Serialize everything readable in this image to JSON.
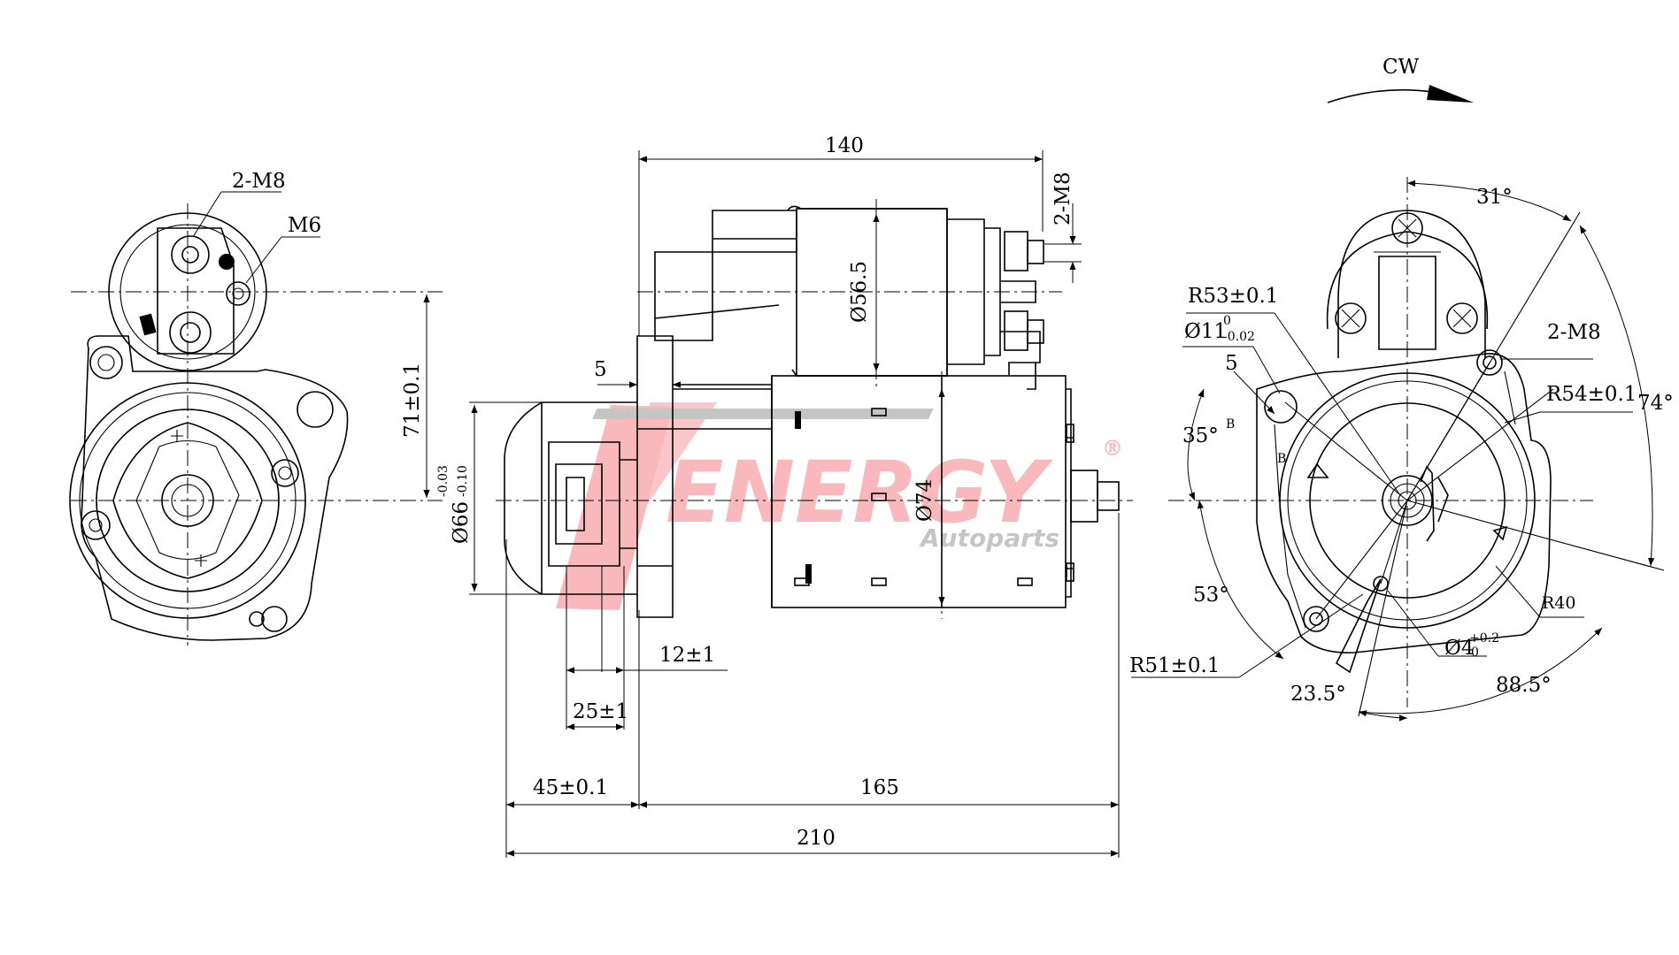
{
  "brand": {
    "name": "ENERGY",
    "tagline": "Autoparts",
    "registered": "®",
    "accent_color": "#e8212e",
    "dark_color": "#4a4a4a"
  },
  "rotation": {
    "label": "CW"
  },
  "front_view": {
    "thread_top": "2-M8",
    "thread_side": "M6",
    "offset": "71±0.1"
  },
  "side_view": {
    "length_solenoid": "140",
    "solenoid_diameter": "Ø56.5",
    "solenoid_thread": "2-M8",
    "flange_thickness": "5",
    "nose_diameter_base": "Ø66",
    "nose_diameter_upper": "-0.03",
    "nose_diameter_lower": "-0.10",
    "body_diameter": "Ø74",
    "pinion_length": "12±1",
    "pinion_offset": "25±1",
    "nose_length": "45±0.1",
    "body_length": "165",
    "total_length": "210"
  },
  "mount_view": {
    "angle_top": "31°",
    "radius_a": "R53±0.1",
    "hole_base": "Ø11",
    "hole_upper": "0",
    "hole_lower": "-0.02",
    "offset_5": "5",
    "section_b1": "B",
    "section_b2": "B",
    "thread": "2-M8",
    "radius_b": "R54±0.1",
    "angle_right": "74°",
    "angle_left": "35°",
    "angle_lower_left": "53°",
    "radius_c": "R40",
    "radius_d": "R51±0.1",
    "pin_base": "Ø4",
    "pin_upper": "+0.2",
    "pin_lower": "0",
    "angle_bottom": "23.5°",
    "angle_bottom_right": "88.5°"
  }
}
